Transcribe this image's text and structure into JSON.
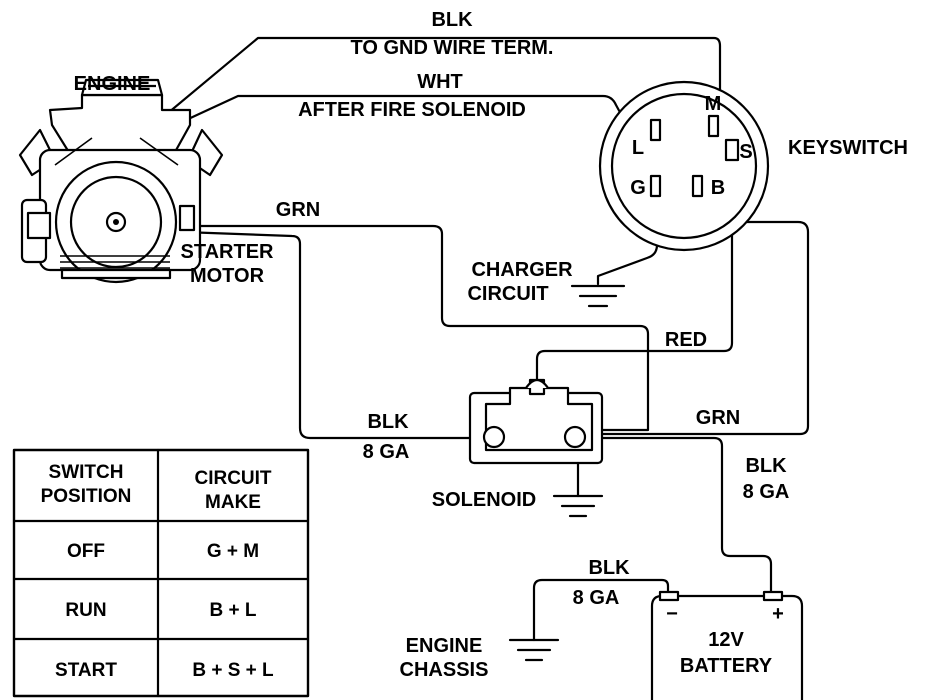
{
  "wires": {
    "blk_top_1": "BLK",
    "blk_top_2": "TO GND WIRE TERM.",
    "wht_1": "WHT",
    "wht_2": "AFTER FIRE SOLENOID",
    "grn_top": "GRN",
    "red": "RED",
    "grn_right": "GRN",
    "blk_sol_1": "BLK",
    "blk_sol_2": "8 GA",
    "blk_right_1": "BLK",
    "blk_right_2": "8 GA",
    "blk_chassis_1": "BLK",
    "blk_chassis_2": "8 GA"
  },
  "components": {
    "engine": "ENGINE",
    "starter_1": "STARTER",
    "starter_2": "MOTOR",
    "keyswitch": "KEYSWITCH",
    "charger_1": "CHARGER",
    "charger_2": "CIRCUIT",
    "solenoid": "SOLENOID",
    "chassis_1": "ENGINE",
    "chassis_2": "CHASSIS",
    "battery_1": "12V",
    "battery_2": "BATTERY",
    "battery_neg": "−",
    "battery_pos": "+"
  },
  "terminals": {
    "L": "L",
    "M": "M",
    "S": "S",
    "G": "G",
    "B": "B"
  },
  "table": {
    "header_1a": "SWITCH",
    "header_1b": "POSITION",
    "header_2a": "CIRCUIT",
    "header_2b": "MAKE",
    "rows": [
      {
        "position": "OFF",
        "circuit": "G + M"
      },
      {
        "position": "RUN",
        "circuit": "B + L"
      },
      {
        "position": "START",
        "circuit": "B + S + L"
      }
    ]
  }
}
